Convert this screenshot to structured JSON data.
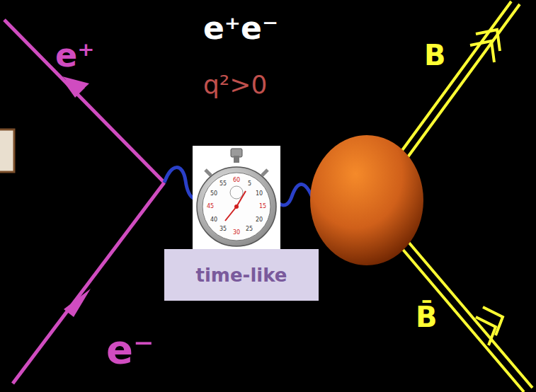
{
  "diagram": {
    "nodes": [
      {
        "text": [
          "time-like"
        ]
      }
    ],
    "labels": [
      "e⁺e⁻",
      "e⁺",
      "q²>0",
      "e⁻",
      "B",
      "B̄",
      "60",
      "5",
      "10",
      "15",
      "20",
      "25",
      "30",
      "35",
      "40",
      "45",
      "50",
      "55"
    ]
  }
}
